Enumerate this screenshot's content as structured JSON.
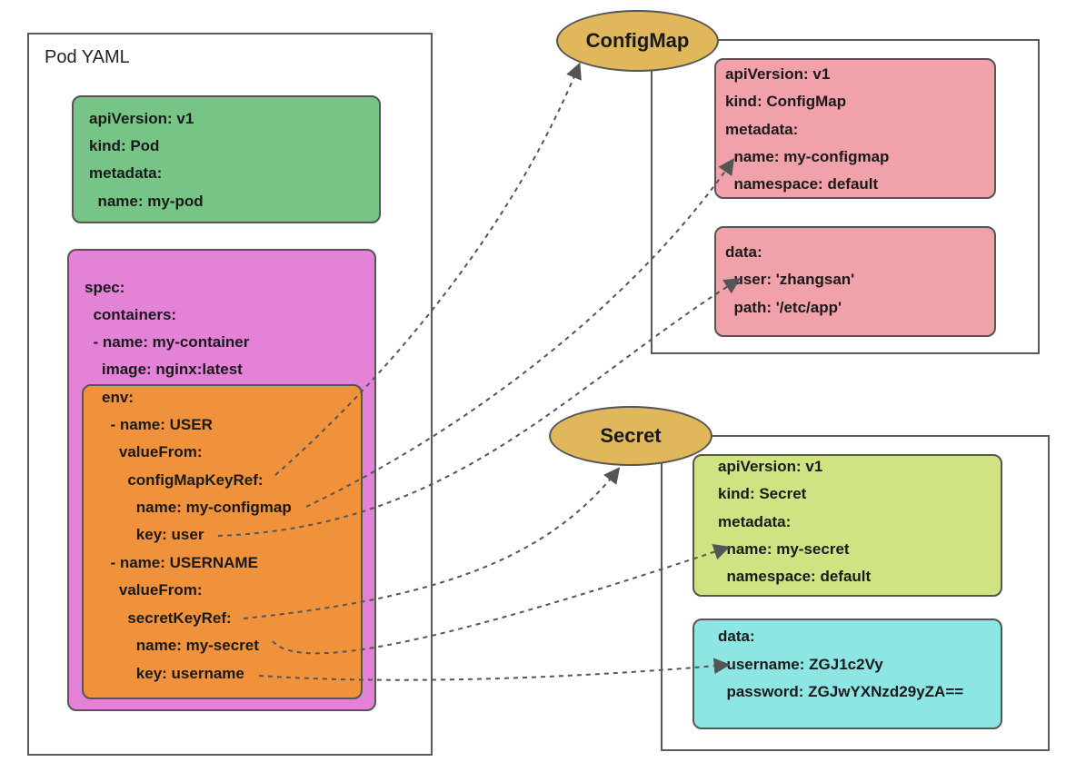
{
  "pod": {
    "title": "Pod YAML",
    "header_lines": [
      "apiVersion: v1",
      "kind: Pod",
      "metadata:",
      "  name: my-pod"
    ],
    "spec_lines": [
      "spec:",
      "  containers:",
      "  - name: my-container",
      "    image: nginx:latest"
    ],
    "env_lines": [
      "env:",
      "  - name: USER",
      "    valueFrom:",
      "      configMapKeyRef:",
      "        name: my-configmap",
      "        key: user",
      "  - name: USERNAME",
      "    valueFrom:",
      "      secretKeyRef:",
      "        name: my-secret",
      "        key: username"
    ]
  },
  "configmap": {
    "label": "ConfigMap",
    "meta_lines": [
      "apiVersion: v1",
      "kind: ConfigMap",
      "metadata:",
      "  name: my-configmap",
      "  namespace: default"
    ],
    "data_lines": [
      "data:",
      "  user: 'zhangsan'",
      "  path: '/etc/app'"
    ]
  },
  "secret": {
    "label": "Secret",
    "meta_lines": [
      "apiVersion: v1",
      "kind: Secret",
      "metadata:",
      "  name: my-secret",
      "  namespace: default"
    ],
    "data_lines": [
      "data:",
      "  username: ZGJ1c2Vy",
      "  password: ZGJwYXNzd29yZA=="
    ]
  },
  "colors": {
    "pod_header": "#76c486",
    "pod_spec": "#e382d6",
    "pod_env": "#f0913c",
    "configmap_box": "#f0a1a9",
    "secret_meta": "#cfe383",
    "secret_data": "#8ee6e4",
    "ellipse": "#e0b75a",
    "arrow": "#555555"
  }
}
